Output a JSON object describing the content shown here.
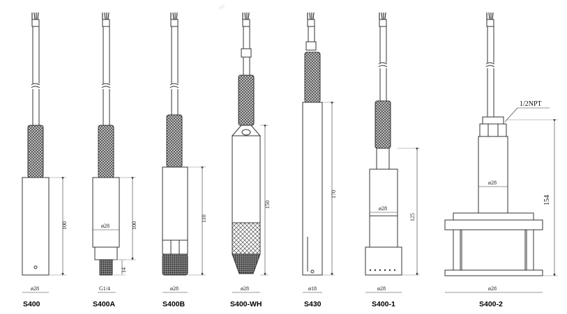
{
  "models": [
    {
      "name": "S400",
      "dims": {
        "d": "ø28",
        "h": "100"
      }
    },
    {
      "name": "S400A",
      "dims": {
        "d": "ø28",
        "h": "100",
        "g": "G1/4",
        "t": "14"
      }
    },
    {
      "name": "S400B",
      "dims": {
        "d": "ø28",
        "h": "110"
      }
    },
    {
      "name": "S400-WH",
      "dims": {
        "d": "ø28",
        "h": "150"
      }
    },
    {
      "name": "S430",
      "dims": {
        "d": "ø18",
        "h": "170"
      }
    },
    {
      "name": "S400-1",
      "dims": {
        "d": "ø28",
        "d2": "ø28",
        "h": "125"
      }
    },
    {
      "name": "S400-2",
      "dims": {
        "d": "ø28",
        "d2": "ø28",
        "h": "154",
        "npt": "1/2NPT"
      }
    }
  ],
  "watermark": "ats"
}
